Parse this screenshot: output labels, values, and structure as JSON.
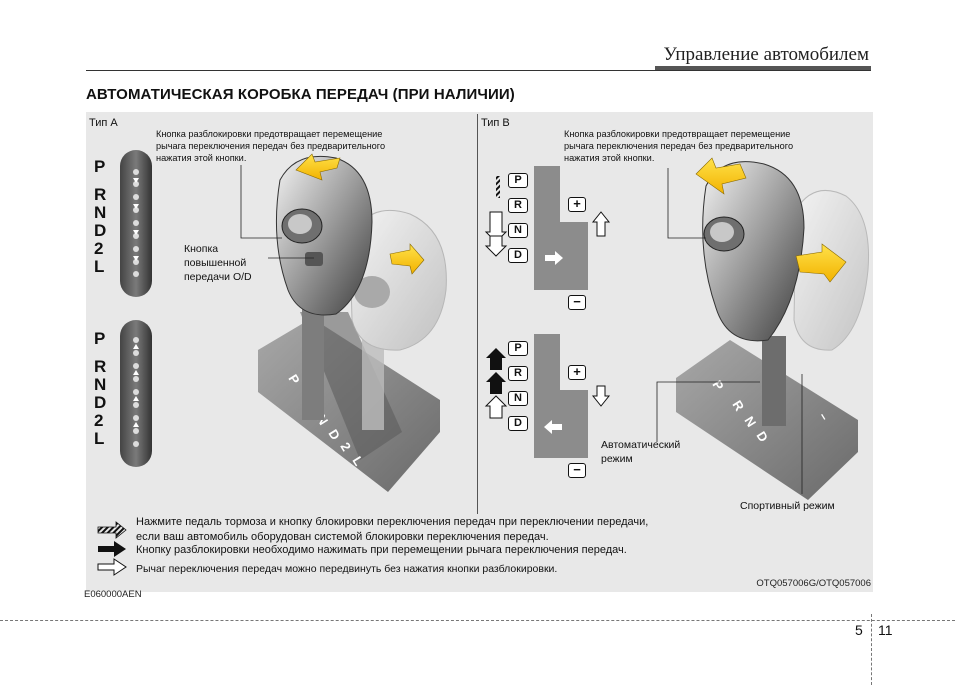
{
  "header": {
    "section_title": "Управление автомобилем"
  },
  "heading": "АВТОМАТИЧЕСКАЯ КОРОБКА ПЕРЕДАЧ (ПРИ НАЛИЧИИ)",
  "type_a": {
    "label": "Тип A",
    "note": [
      "Кнопка разблокировки предотвращает перемещение",
      "рычага переключения передач без предварительного",
      "нажатия этой кнопки."
    ],
    "od_label": [
      "Кнопка",
      "повышенной",
      "передачи O/D"
    ],
    "gears": [
      "P",
      "R",
      "N",
      "D",
      "2",
      "L"
    ]
  },
  "type_b": {
    "label": "Тип B",
    "note": [
      "Кнопка разблокировки предотвращает перемещение",
      "рычага переключения передач без предварительного",
      "нажатия этой кнопки."
    ],
    "gears": [
      "P",
      "R",
      "N",
      "D"
    ],
    "plus": "+",
    "minus": "−",
    "auto_mode": [
      "Автоматический",
      "режим"
    ],
    "sport_mode": "Спортивный режим"
  },
  "legend": [
    "Нажмите педаль тормоза и кнопку блокировки переключения передач при переключении передачи,",
    "если ваш автомобиль оборудован системой блокировки переключения передач.",
    "Кнопку разблокировки необходимо нажимать при перемещении рычага переключения передач.",
    "Рычаг переключения передач можно передвинуть без нажатия кнопки разблокировки."
  ],
  "figure_code": "OTQ057006G/OTQ057006",
  "doc_code": "E060000AEN",
  "page": {
    "chapter": "5",
    "number": "11"
  }
}
